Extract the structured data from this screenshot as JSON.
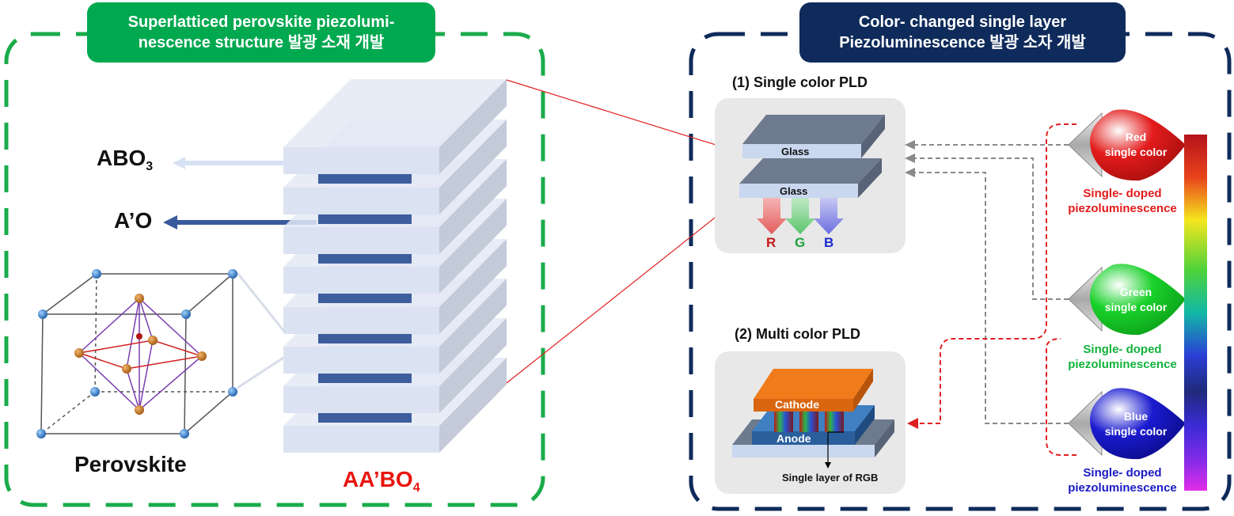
{
  "left_panel": {
    "title": "Superlatticed perovskite piezolumi-\nnescence structure 발광 소재 개발",
    "abo3_main": "ABO",
    "abo3_sub": "3",
    "ao_label": "A’O",
    "perovskite_label": "Perovskite",
    "aabo4_main": "AA’BO",
    "aabo4_sub": "4",
    "border_color": "#1aab4b",
    "title_color": "#00a84f",
    "aabo4_color": "#e8150f"
  },
  "right_panel": {
    "title": "Color- changed single layer\nPiezoluminescence 발광 소자 개발",
    "border_color": "#0f2b5b",
    "single_pld": {
      "title": "(1) Single color PLD",
      "glass_top": "Glass",
      "glass_bottom": "Glass",
      "r": "R",
      "g": "G",
      "b": "B"
    },
    "multi_pld": {
      "title": "(2) Multi color PLD",
      "cathode": "Cathode",
      "anode": "Anode",
      "single_layer": "Single layer of RGB"
    },
    "colors": [
      {
        "name": "Red\nsingle color",
        "doped": "Single- doped\npiezoluminescence",
        "color": "#e31b1b"
      },
      {
        "name": "Green\nsingle color",
        "doped": "Single- doped\npiezoluminescence",
        "color": "#12b23c"
      },
      {
        "name": "Blue\nsingle color",
        "doped": "Single- doped\npiezoluminescence",
        "color": "#1b1bc4"
      }
    ]
  }
}
